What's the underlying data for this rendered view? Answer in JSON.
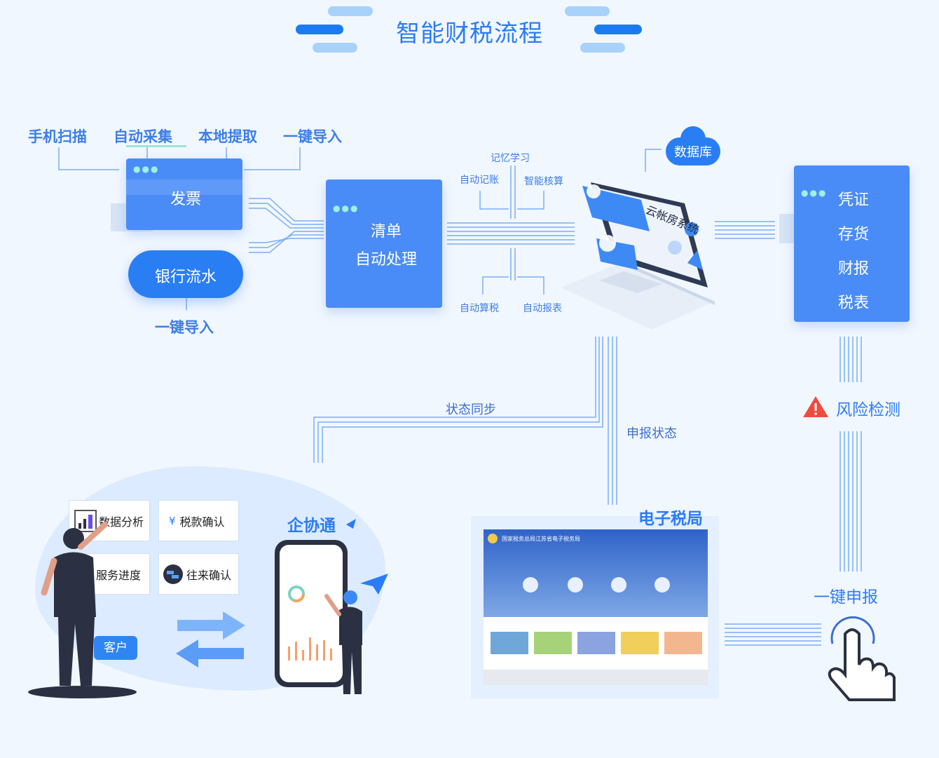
{
  "title": "智能财税流程",
  "sources": {
    "phone_scan": "手机扫描",
    "auto_collect": "自动采集",
    "local_extract": "本地提取",
    "one_click_import_top": "一键导入",
    "invoice": "发票",
    "bank_flow": "银行流水",
    "one_click_import_bottom": "一键导入"
  },
  "list_box": {
    "line1": "清单",
    "line2": "自动处理"
  },
  "middle_labels": {
    "memory_learning": "记忆学习",
    "auto_bookkeeping": "自动记账",
    "smart_check": "智能核算",
    "auto_tax_calc": "自动算税",
    "auto_report": "自动报表"
  },
  "cloud_system": {
    "database": "数据库",
    "screen_text": "云帐房系统"
  },
  "outputs": {
    "items": [
      "凭证",
      "存货",
      "财报",
      "税表"
    ]
  },
  "flow_labels": {
    "status_sync": "状态同步",
    "declare_status": "申报状态",
    "risk_check": "风险检测",
    "one_click_declare": "一键申报"
  },
  "client": {
    "data_analysis": "数据分析",
    "tax_confirm": "税款确认",
    "service_progress": "服务进度",
    "contact_confirm": "往来确认",
    "customer_badge": "客户",
    "qxt": "企协通"
  },
  "etax": {
    "title": "电子税局",
    "site_header": "国家税务总局江苏省电子税务局"
  },
  "colors": {
    "primary": "#2b7cf6",
    "card": "#4a8cf7",
    "warning": "#f04b3e"
  }
}
